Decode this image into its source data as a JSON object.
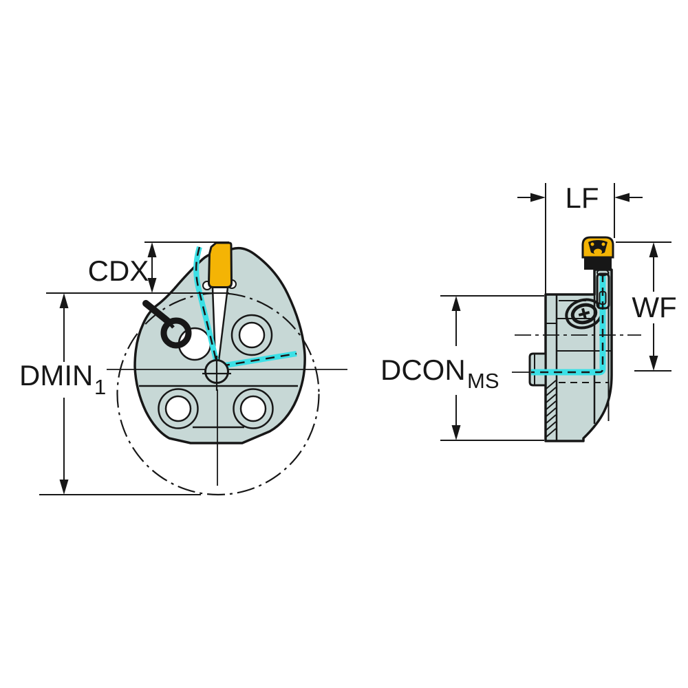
{
  "diagram": {
    "labels": {
      "cdx": "CDX",
      "dmin": "DMIN",
      "dmin_sub": "1",
      "lf": "LF",
      "wf": "WF",
      "dcon": "DCON",
      "dcon_sub": "MS"
    },
    "colors": {
      "background": "#ffffff",
      "body": "#c7d8d6",
      "insert": "#f4b405",
      "coolant": "#3be0e6",
      "line": "#171717"
    }
  }
}
